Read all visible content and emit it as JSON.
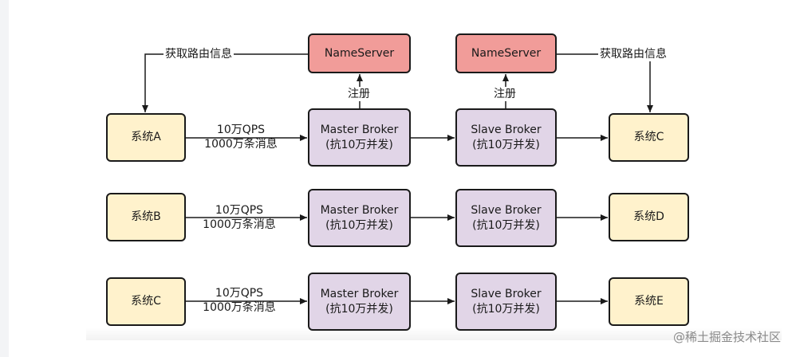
{
  "nameservers": [
    {
      "label": "NameServer"
    },
    {
      "label": "NameServer"
    }
  ],
  "fetch_route_labels": [
    "获取路由信息",
    "获取路由信息"
  ],
  "register_labels": [
    "注册",
    "注册"
  ],
  "rows": [
    {
      "source": "系统A",
      "qps": "10万QPS",
      "volume": "1000万条消息",
      "master": [
        "Master Broker",
        "(抗10万并发)"
      ],
      "slave": [
        "Slave Broker",
        "(抗10万并发)"
      ],
      "target": "系统C"
    },
    {
      "source": "系统B",
      "qps": "10万QPS",
      "volume": "1000万条消息",
      "master": [
        "Master Broker",
        "(抗10万并发)"
      ],
      "slave": [
        "Slave Broker",
        "(抗10万并发)"
      ],
      "target": "系统D"
    },
    {
      "source": "系统C",
      "qps": "10万QPS",
      "volume": "1000万条消息",
      "master": [
        "Master Broker",
        "(抗10万并发)"
      ],
      "slave": [
        "Slave Broker",
        "(抗10万并发)"
      ],
      "target": "系统E"
    }
  ],
  "watermark": "@稀土掘金技术社区",
  "colors": {
    "system_fill": "#fff2cc",
    "broker_fill": "#e1d5e7",
    "nameserver_fill": "#f19c99",
    "stroke": "#1a1a1a"
  }
}
